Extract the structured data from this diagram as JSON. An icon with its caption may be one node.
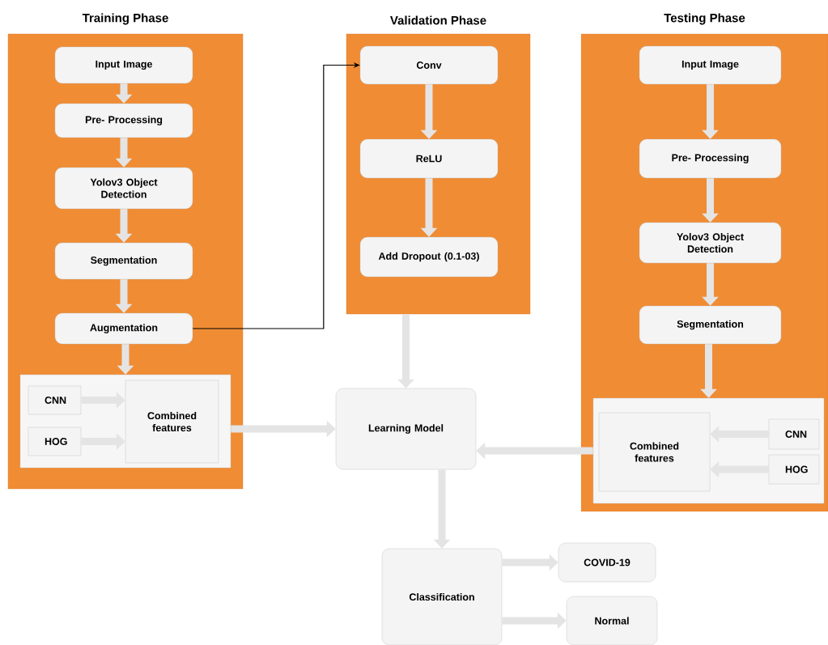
{
  "diagram": {
    "nodes": [
      {
        "text": [
          "Training Phase"
        ]
      },
      {
        "text": [
          "Input Image"
        ],
        "in": 0
      },
      {
        "text": [
          "Pre- Processing"
        ],
        "in": 0
      },
      {
        "text": [
          "Yolov3 Object Detection"
        ],
        "in": 0
      },
      {
        "text": [
          "Segmentation"
        ],
        "in": 0
      },
      {
        "text": [
          "Augmentation"
        ],
        "in": 0
      },
      {
        "text": [],
        "shape": "box",
        "in": 0
      },
      {
        "text": [
          "CNN"
        ],
        "in": 6
      },
      {
        "text": [
          "HOG"
        ],
        "in": 6
      },
      {
        "text": [
          "Combined features"
        ],
        "in": 6
      },
      {
        "text": [
          "Validation   Phase"
        ]
      },
      {
        "text": [
          "Conv"
        ],
        "in": 10
      },
      {
        "text": [
          "ReLU"
        ],
        "in": 10
      },
      {
        "text": [
          "Add Dropout (0.1-03)"
        ],
        "in": 10
      },
      {
        "text": [
          "Testing Phase"
        ]
      },
      {
        "text": [
          "Input Image"
        ],
        "in": 14
      },
      {
        "text": [
          "Pre- Processing"
        ],
        "in": 14
      },
      {
        "text": [
          "Yolov3 Object Detection"
        ],
        "in": 14
      },
      {
        "text": [
          "Segmentation"
        ],
        "in": 14
      },
      {
        "text": [],
        "shape": "box",
        "in": 14
      },
      {
        "text": [
          "Combined features"
        ],
        "in": 19
      },
      {
        "text": [
          "CNN"
        ],
        "in": 19
      },
      {
        "text": [
          "HOG"
        ],
        "in": 19
      },
      {
        "text": [
          "Learning Model"
        ]
      },
      {
        "text": [
          "Classification"
        ]
      },
      {
        "text": [
          "COVID-19"
        ]
      },
      {
        "text": [
          "Normal"
        ]
      }
    ],
    "edges": [
      {
        "from": 1,
        "to": 2,
        "arrow": "to"
      },
      {
        "from": 2,
        "to": 3,
        "arrow": "to"
      },
      {
        "from": 3,
        "to": 4,
        "arrow": "to"
      },
      {
        "from": 4,
        "to": 5,
        "arrow": "to"
      },
      {
        "from": 5,
        "to": 6,
        "arrow": "to"
      },
      {
        "from": 7,
        "to": 9,
        "arrow": "to"
      },
      {
        "from": 8,
        "to": 9,
        "arrow": "to"
      },
      {
        "from": 5,
        "to": 11,
        "arrow": "to",
        "color": "#000000"
      },
      {
        "from": 11,
        "to": 12,
        "arrow": "to"
      },
      {
        "from": 12,
        "to": 13,
        "arrow": "to"
      },
      {
        "from": 6,
        "to": 23,
        "arrow": "to"
      },
      {
        "from": 10,
        "to": 23,
        "arrow": "to"
      },
      {
        "from": 15,
        "to": 16,
        "arrow": "to"
      },
      {
        "from": 16,
        "to": 17,
        "arrow": "to"
      },
      {
        "from": 17,
        "to": 18,
        "arrow": "to"
      },
      {
        "from": 18,
        "to": 19,
        "arrow": "to"
      },
      {
        "from": 21,
        "to": 20,
        "arrow": "to"
      },
      {
        "from": 22,
        "to": 20,
        "arrow": "to"
      },
      {
        "from": 19,
        "to": 23,
        "arrow": "to"
      },
      {
        "from": 23,
        "to": 24,
        "arrow": "to"
      },
      {
        "from": 24,
        "to": 25,
        "arrow": "to"
      },
      {
        "from": 24,
        "to": 26,
        "arrow": "to"
      }
    ]
  }
}
